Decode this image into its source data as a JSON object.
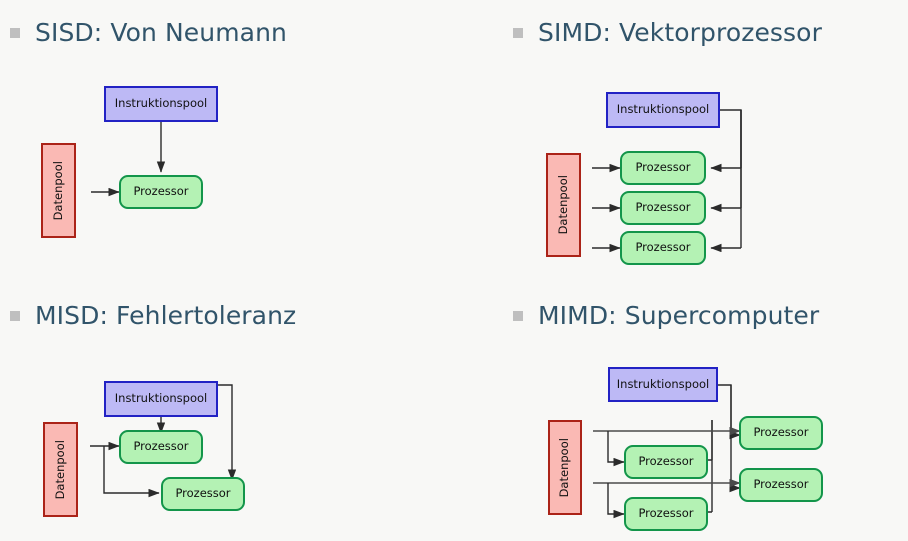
{
  "slide": {
    "background_color": "#f8f8f6",
    "heading_color": "#31546a",
    "bullet_color": "#bfbfbf"
  },
  "palette": {
    "instruction_fill": "#bdb9f5",
    "instruction_border": "#2222c4",
    "processor_fill": "#b4f2b4",
    "processor_border": "#13954a",
    "data_fill": "#fab9b4",
    "data_border": "#ab2318",
    "arrow": "#2b2b2b"
  },
  "labels": {
    "instruction_pool": "Instruktionspool",
    "processor": "Prozessor",
    "data_pool": "Datenpool"
  },
  "quadrants": [
    {
      "id": "sisd",
      "heading": "SISD: Von Neumann",
      "instruction_pools": 1,
      "processors": 1,
      "data_pools": 1
    },
    {
      "id": "simd",
      "heading": "SIMD: Vektorprozessor",
      "instruction_pools": 1,
      "processors": 3,
      "data_pools": 1
    },
    {
      "id": "misd",
      "heading": "MISD: Fehlertoleranz",
      "instruction_pools": 1,
      "processors": 2,
      "data_pools": 1
    },
    {
      "id": "mimd",
      "heading": "MIMD: Supercomputer",
      "instruction_pools": 1,
      "processors": 4,
      "data_pools": 1
    }
  ]
}
